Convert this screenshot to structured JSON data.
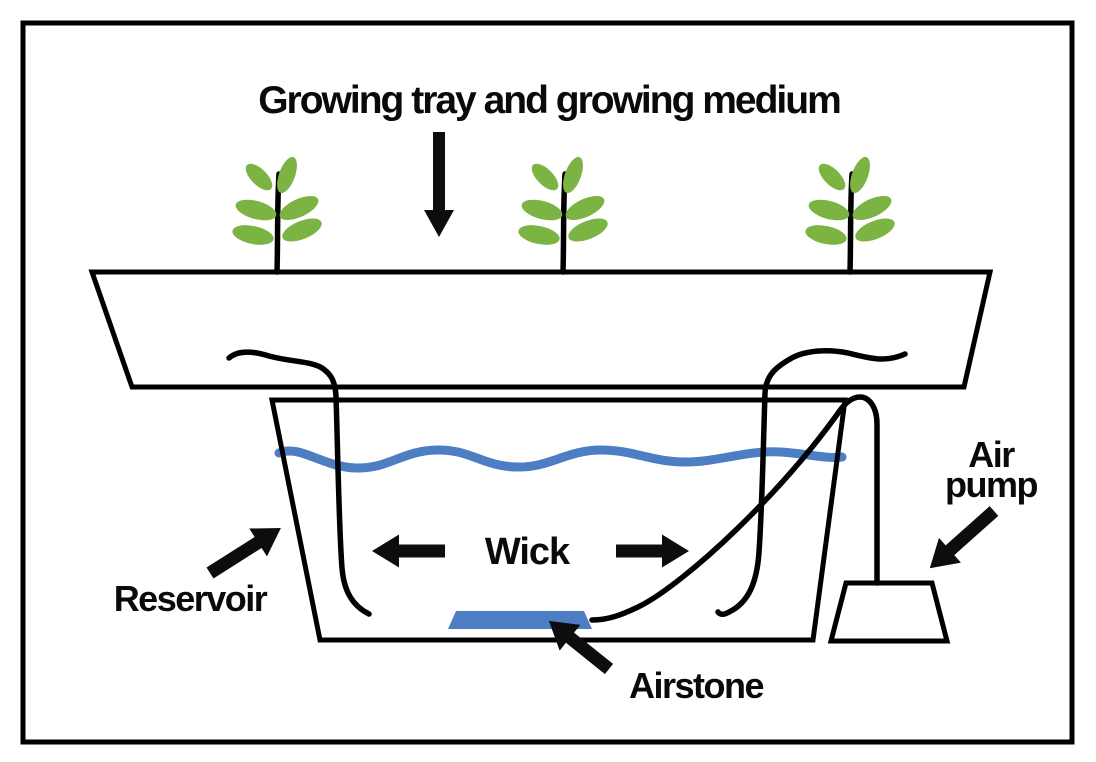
{
  "diagram": {
    "title": "Growing tray and growing medium",
    "labels": {
      "reservoir": "Reservoir",
      "wick": "Wick",
      "air_pump_line1": "Air",
      "air_pump_line2": "pump",
      "airstone": "Airstone"
    },
    "colors": {
      "growing_medium": "#d3c6aa",
      "leaf_green": "#7cb444",
      "stem_brown": "#8a6b4d",
      "water_blue": "#4d7ec3",
      "line_black": "#000000",
      "background": "#ffffff"
    }
  }
}
